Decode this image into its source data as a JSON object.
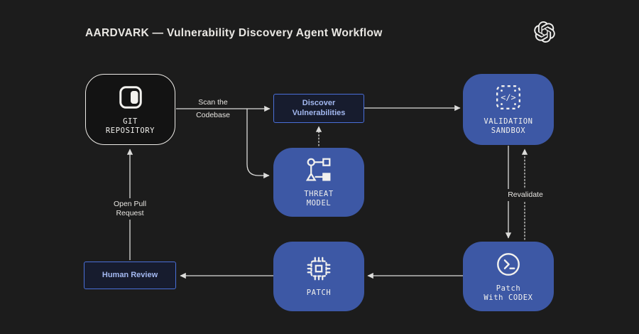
{
  "header": {
    "title": "AARDVARK — Vulnerability Discovery Agent Workflow"
  },
  "nodes": {
    "git": {
      "line1": "GIT",
      "line2": "REPOSITORY"
    },
    "discover": {
      "line1": "Discover",
      "line2": "Vulnerabilities"
    },
    "threat": {
      "line1": "THREAT",
      "line2": "MODEL"
    },
    "validation": {
      "line1": "VALIDATION",
      "line2": "SANDBOX"
    },
    "codex": {
      "line1": "Patch",
      "line2": "With CODEX"
    },
    "patch": {
      "label": "PATCH"
    },
    "human_review": {
      "label": "Human Review"
    }
  },
  "edge_labels": {
    "scan": {
      "line1": "Scan the",
      "line2": "Codebase"
    },
    "revalidate": {
      "label": "Revalidate"
    },
    "open_pr": {
      "line1": "Open Pull",
      "line2": "Request"
    }
  },
  "icons": {
    "logo": "openai-logo",
    "git": "repository-icon",
    "threat": "flowchart-shapes-icon",
    "validation": "dashed-sandbox-code-icon",
    "codex": "terminal-prompt-icon",
    "patch": "chip-icon"
  },
  "colors": {
    "background": "#1c1c1c",
    "node_blue": "#3d58a5",
    "box_border": "#4a6fd8",
    "box_fill": "#171c2e",
    "box_text": "#a3b8f0",
    "line": "#dcdcda",
    "text": "#e9e7e3"
  }
}
